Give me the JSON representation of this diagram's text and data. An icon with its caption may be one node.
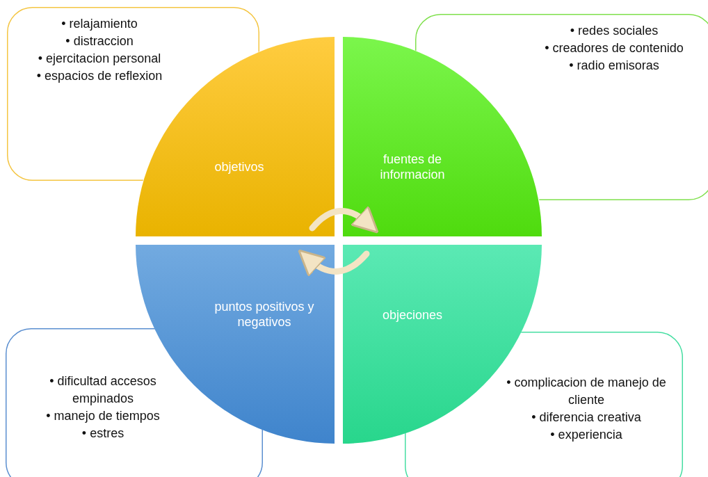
{
  "diagram": {
    "nodes": [
      {
        "text": [
          "• relajamiento",
          "• distraccion",
          "• ejercitacion personal",
          "• espacios de reflexion"
        ]
      },
      {
        "text": [
          "• redes sociales",
          "• creadores de contenido",
          "• radio emisoras"
        ]
      },
      {
        "text": [
          "objetivos"
        ]
      },
      {
        "text": [
          "fuentes de informacion"
        ]
      },
      {
        "text": [
          "puntos positivos y negativos"
        ]
      },
      {
        "text": [
          "objeciones"
        ]
      },
      {
        "text": [
          "• dificultad accesos empinados",
          "• manejo de tiempos",
          "• estres"
        ]
      },
      {
        "text": [
          "• complicacion de manejo de cliente",
          "• diferencia creativa",
          "• experiencia"
        ]
      }
    ],
    "edges": [
      {
        "from": 2,
        "to": 3,
        "arrow": "to"
      },
      {
        "from": 5,
        "to": 4,
        "arrow": "to"
      }
    ]
  }
}
